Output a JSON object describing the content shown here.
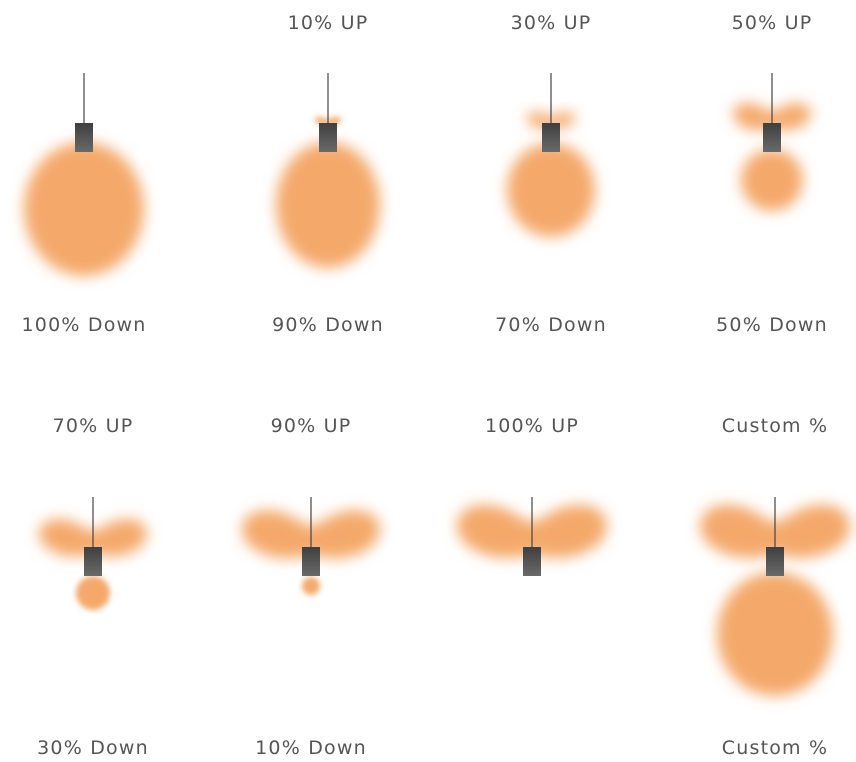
{
  "colors": {
    "light": "#f4a96a",
    "fixture": "#555555",
    "cable": "#444444",
    "label": "#555555"
  },
  "fixtures": [
    {
      "up_label": "",
      "down_label": "100% Down",
      "up_percent": 0,
      "down_percent": 100
    },
    {
      "up_label": "10% UP",
      "down_label": "90% Down",
      "up_percent": 10,
      "down_percent": 90
    },
    {
      "up_label": "30% UP",
      "down_label": "70% Down",
      "up_percent": 30,
      "down_percent": 70
    },
    {
      "up_label": "50% UP",
      "down_label": "50% Down",
      "up_percent": 50,
      "down_percent": 50
    },
    {
      "up_label": "70% UP",
      "down_label": "30% Down",
      "up_percent": 70,
      "down_percent": 30
    },
    {
      "up_label": "90% UP",
      "down_label": "10% Down",
      "up_percent": 90,
      "down_percent": 10
    },
    {
      "up_label": "100% UP",
      "down_label": "",
      "up_percent": 100,
      "down_percent": 0
    },
    {
      "up_label": "Custom %",
      "down_label": "Custom %",
      "up_percent": 100,
      "down_percent": 100
    }
  ]
}
